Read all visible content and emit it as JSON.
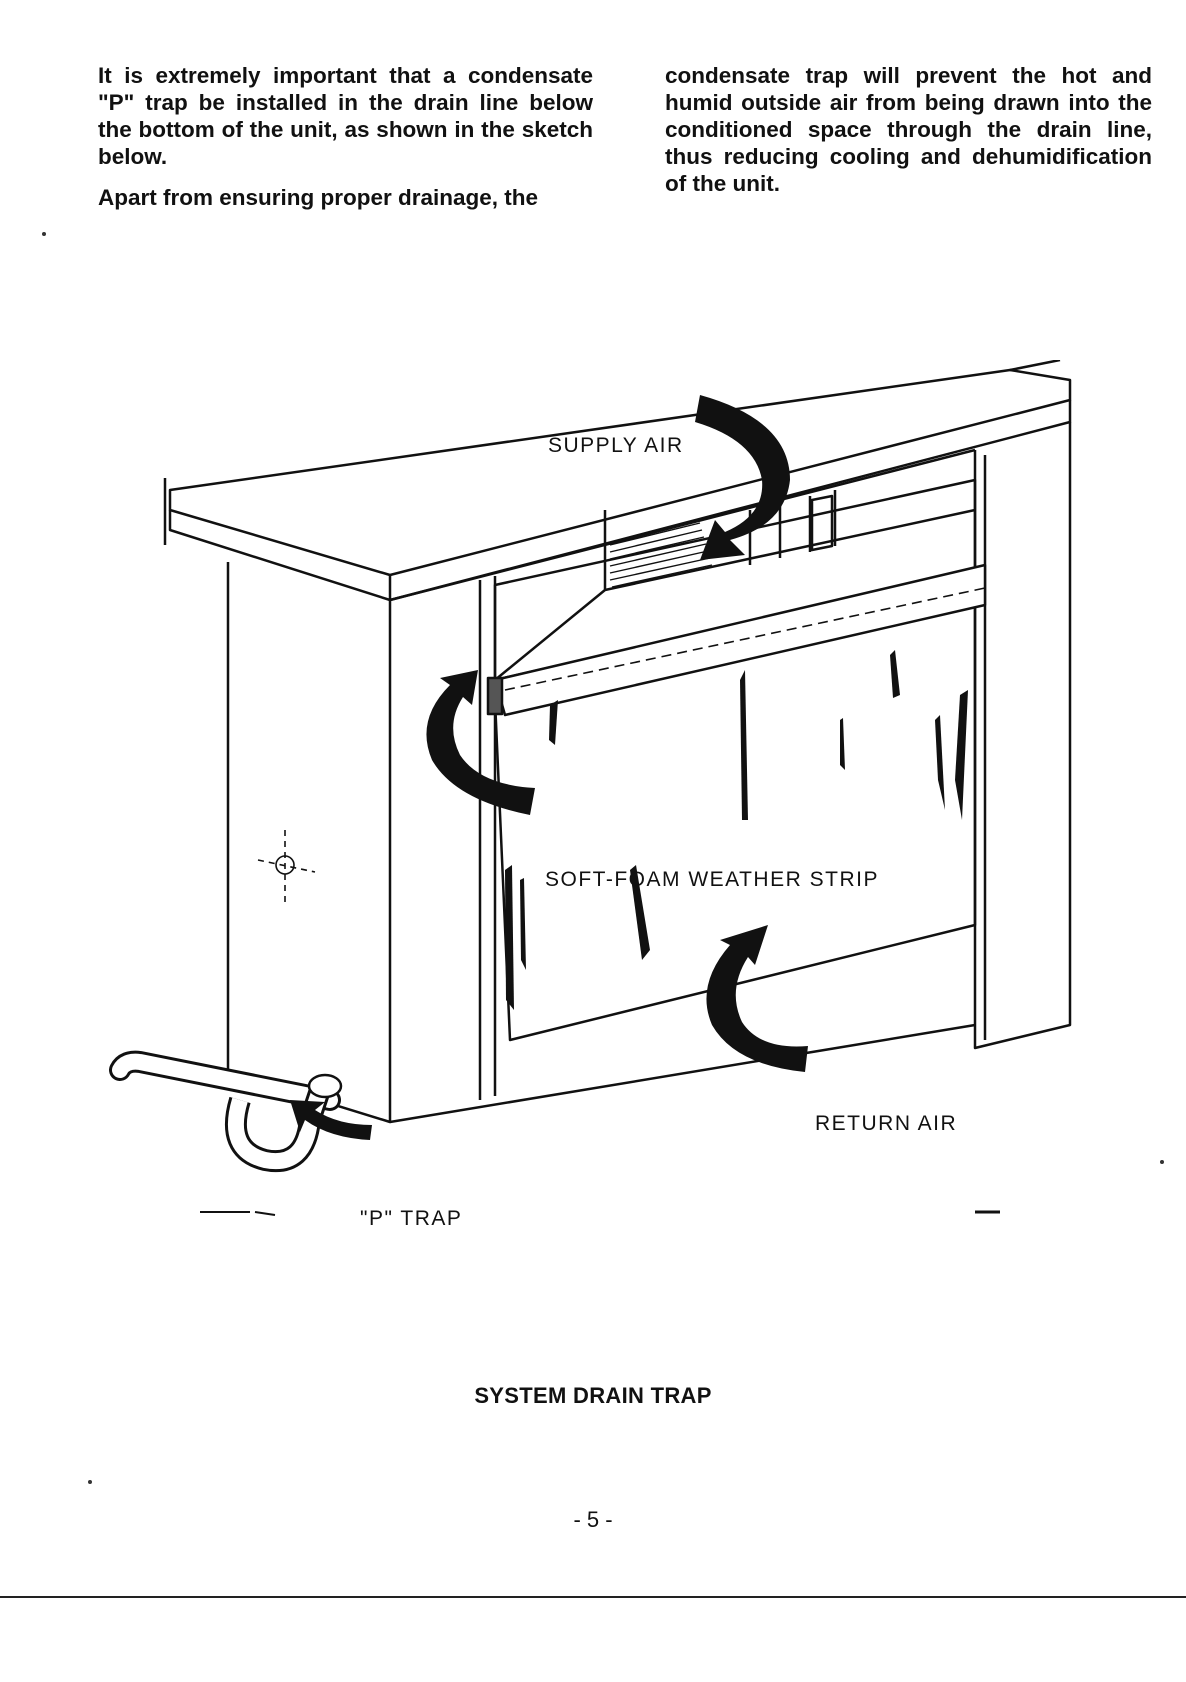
{
  "body": {
    "left_paragraphs": [
      "It is extremely important that a condensate \"P\" trap be installed in the drain line below the bottom of the unit, as shown in the sketch below.",
      "Apart from ensuring proper drainage, the"
    ],
    "right_paragraph": "condensate trap will prevent the hot and humid outside air from being drawn into the conditioned space through the drain line, thus reducing cooling and dehumidification of the unit."
  },
  "figure": {
    "labels": {
      "supply_air": "SUPPLY AIR",
      "weather_strip": "SOFT-FOAM WEATHER STRIP",
      "return_air": "RETURN AIR",
      "p_trap": "\"P\" TRAP"
    }
  },
  "caption": "SYSTEM DRAIN TRAP",
  "page_number": "- 5 -"
}
